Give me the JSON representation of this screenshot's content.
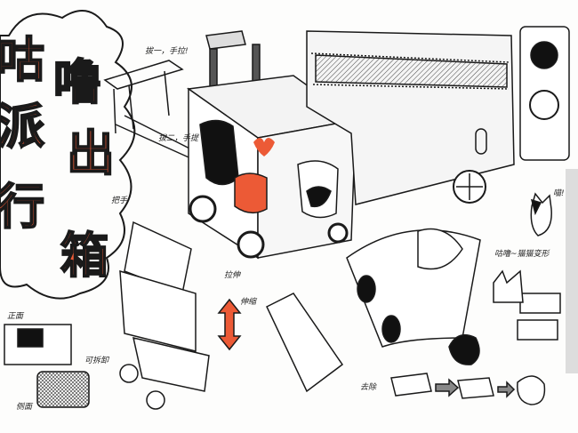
{
  "title": {
    "chars": [
      "咕",
      "噜",
      "派",
      "出",
      "行",
      "箱"
    ]
  },
  "notes": {
    "pull": "拔一，手拉!",
    "carry": "拔二，手提",
    "handle": "把手",
    "front": "正面",
    "side": "侧面",
    "detach": "可拆卸",
    "stretch": "拉伸",
    "retract": "伸缩",
    "meow": "喵!",
    "transform": "咕噜~猫猫变形",
    "remove": "去除"
  },
  "colors": {
    "accent": "#ec5a36",
    "ink": "#1a1a1a",
    "paper": "#fdfdfc"
  }
}
